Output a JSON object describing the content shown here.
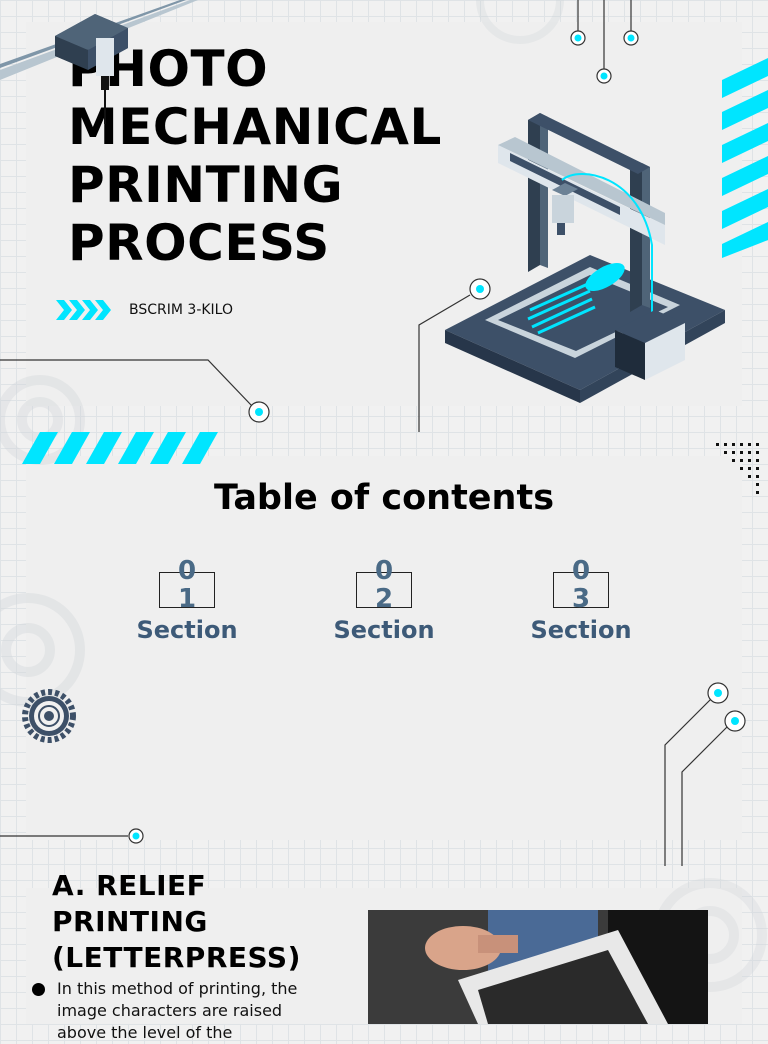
{
  "cover": {
    "title_lines": [
      "PHOTO",
      "MECHANICAL",
      "PRINTING",
      "PROCESS"
    ],
    "subtitle": "BSCRIM 3-KILO",
    "accent_color": "#00e5ff"
  },
  "toc": {
    "title": "Table of contents",
    "sections": [
      {
        "number": "01",
        "label": "Section"
      },
      {
        "number": "02",
        "label": "Section"
      },
      {
        "number": "03",
        "label": "Section"
      }
    ]
  },
  "relief": {
    "title_lines": [
      "A. RELIEF",
      "PRINTING",
      "(LETTERPRESS)"
    ],
    "bullet_text": "In this method of printing, the image characters are raised above the level of the"
  },
  "icons": [
    "printer-3d-icon",
    "gear-icon",
    "chevron-icon",
    "circuit-node-icon"
  ]
}
